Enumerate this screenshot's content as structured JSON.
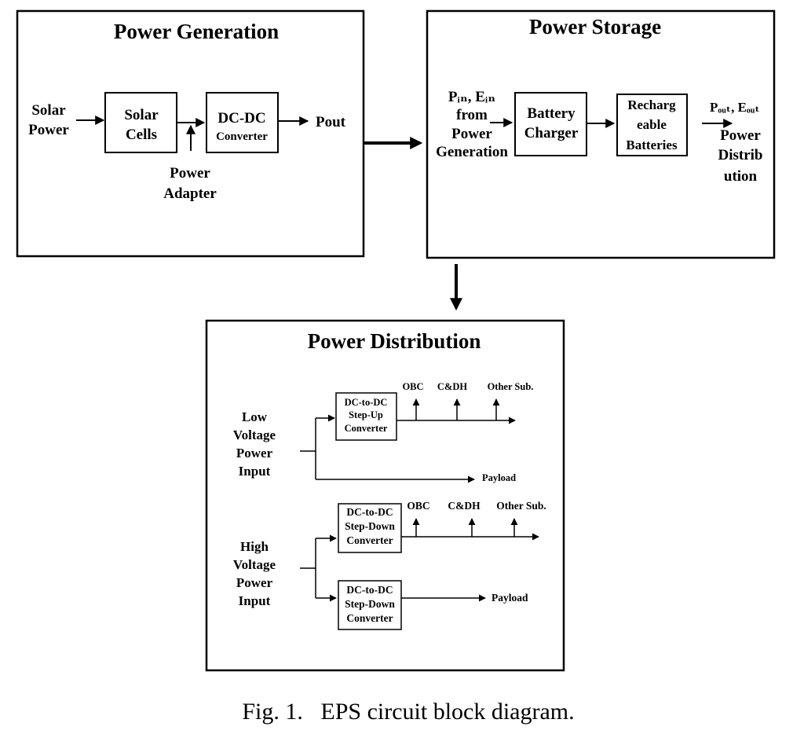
{
  "generation": {
    "title": "Power Generation",
    "solar_power": [
      "Solar",
      "Power"
    ],
    "solar_cells": [
      "Solar",
      "Cells"
    ],
    "dcdc": [
      "DC-DC",
      "Converter"
    ],
    "pout": "Pout",
    "power_adapter": [
      "Power",
      "Adapter"
    ]
  },
  "storage": {
    "title": "Power Storage",
    "input_label": [
      "Pᵢₙ, Eᵢₙ",
      "from",
      "Power",
      "Generation"
    ],
    "battery_charger": [
      "Battery",
      "Charger"
    ],
    "batteries": [
      "Recharg",
      "eable",
      "Batteries"
    ],
    "output_label": "Pₒᵤₜ, Eₒᵤₜ",
    "power_distribution": [
      "Power",
      "Distrib",
      "ution"
    ]
  },
  "distribution": {
    "title": "Power Distribution",
    "low_input": [
      "Low",
      "Voltage",
      "Power",
      "Input"
    ],
    "high_input": [
      "High",
      "Voltage",
      "Power",
      "Input"
    ],
    "stepup": [
      "DC-to-DC",
      "Step-Up",
      "Converter"
    ],
    "stepdown_1": [
      "DC-to-DC",
      "Step-Down",
      "Converter"
    ],
    "stepdown_2": [
      "DC-to-DC",
      "Step-Down",
      "Converter"
    ],
    "loads_low": [
      "OBC",
      "C&DH",
      "Other Sub."
    ],
    "loads_high": [
      "OBC",
      "C&DH",
      "Other Sub."
    ],
    "payload_low": "Payload",
    "payload_high": "Payload"
  },
  "caption": "Fig. 1.   EPS circuit block diagram."
}
